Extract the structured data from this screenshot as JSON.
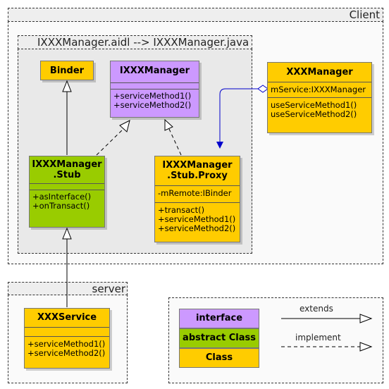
{
  "packages": {
    "client": "Client",
    "inner": "IXXXManager.aidl --> IXXXManager.java",
    "server": "server"
  },
  "classes": {
    "binder": {
      "name": "Binder"
    },
    "ixxxmanager": {
      "name": "IXXXManager",
      "methods": [
        "+serviceMethod1()",
        "+serviceMethod2()"
      ]
    },
    "stub": {
      "name_line1": "IXXXManager",
      "name_line2": ".Stub",
      "methods": [
        "+asInterface()",
        "+onTransact()"
      ]
    },
    "proxy": {
      "name_line1": "IXXXManager",
      "name_line2": ".Stub.Proxy",
      "attributes": [
        "-mRemote:IBinder"
      ],
      "methods": [
        "+transact()",
        "+serviceMethod1()",
        "+serviceMethod2()"
      ]
    },
    "xxxmanager": {
      "name": "XXXManager",
      "attributes": [
        "mService:IXXXManager"
      ],
      "methods": [
        "useServiceMethod1()",
        "useServiceMethod2()"
      ]
    },
    "xxxservice": {
      "name": "XXXService",
      "methods": [
        "+serviceMethod1()",
        "+serviceMethod2()"
      ]
    }
  },
  "legend": {
    "interface": "interface",
    "abstract": "abstract Class",
    "class": "Class",
    "extends": "extends",
    "implement": "implement"
  },
  "colors": {
    "interface": "#cc99ff",
    "abstract": "#99cc00",
    "class": "#ffcc00",
    "association": "#0000cc"
  }
}
